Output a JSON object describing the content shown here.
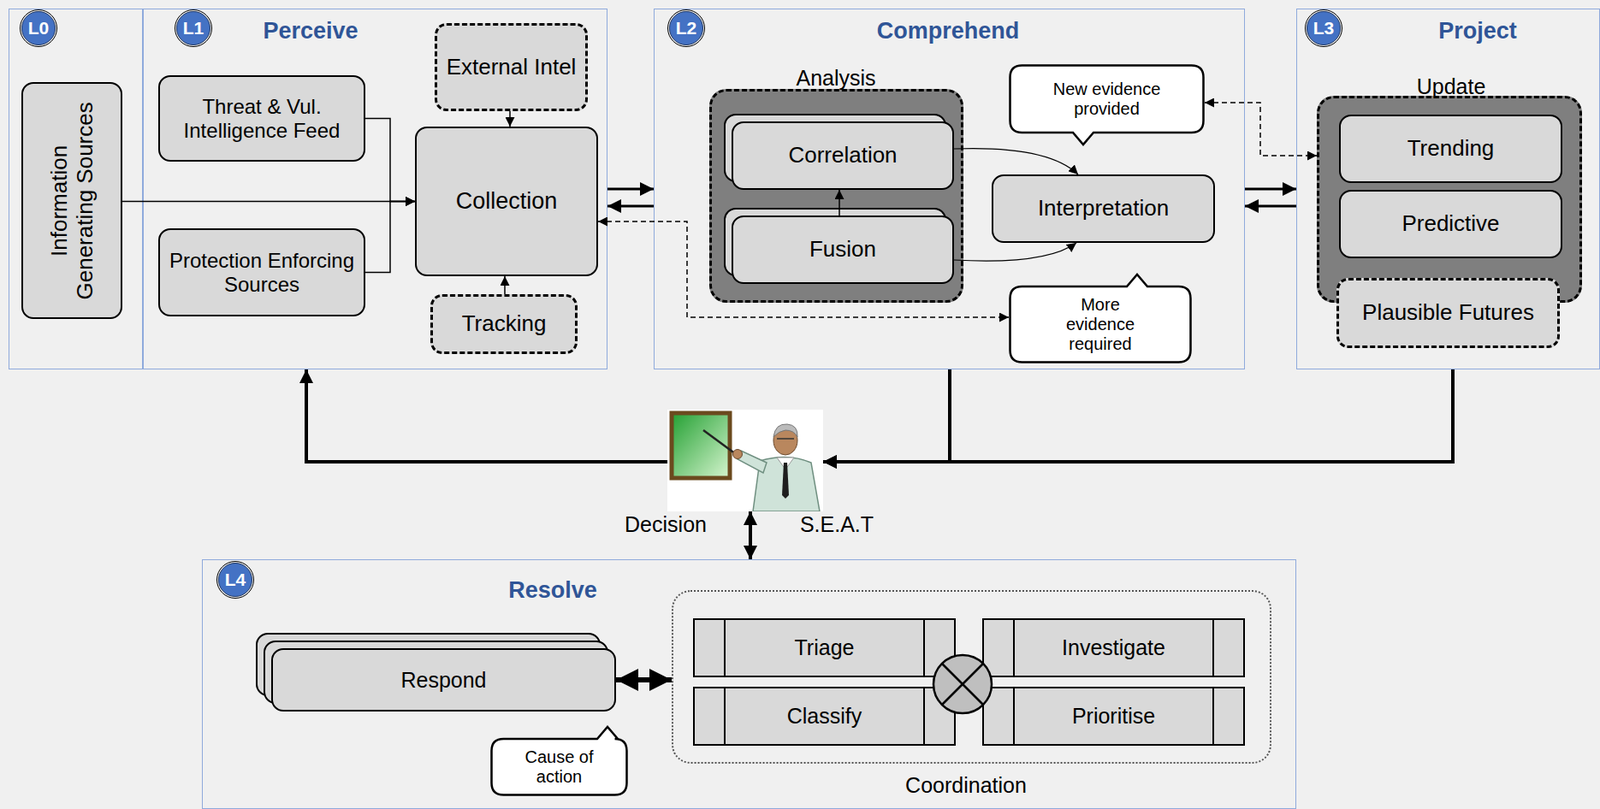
{
  "diagram": {
    "nodes": [
      {
        "text": [
          "L0"
        ]
      },
      {
        "text": [
          "Information Generating Sources"
        ],
        "in": 0
      },
      {
        "text": [
          "L1",
          "Perceive"
        ]
      },
      {
        "text": [
          "Threat & Vul. Intelligence Feed"
        ],
        "in": 2
      },
      {
        "text": [
          "Protection Enforcing Sources"
        ],
        "in": 2
      },
      {
        "text": [
          "External Intel"
        ],
        "in": 2
      },
      {
        "text": [
          "Collection"
        ],
        "in": 2
      },
      {
        "text": [
          "Tracking"
        ],
        "in": 2
      },
      {
        "text": [
          "L2",
          "Comprehend"
        ]
      },
      {
        "text": [
          "Analysis"
        ],
        "in": 8
      },
      {
        "text": [
          "Correlation"
        ],
        "in": 9
      },
      {
        "text": [
          "Fusion"
        ],
        "in": 9
      },
      {
        "text": [
          "New evidence provided"
        ],
        "in": 8
      },
      {
        "text": [
          "Interpretation"
        ],
        "in": 8
      },
      {
        "text": [
          "More evidence required"
        ],
        "in": 8
      },
      {
        "text": [
          "L3",
          "Project"
        ]
      },
      {
        "text": [
          "Update"
        ],
        "in": 15
      },
      {
        "text": [
          "Trending"
        ],
        "in": 16
      },
      {
        "text": [
          "Predictive"
        ],
        "in": 16
      },
      {
        "text": [
          "Plausible Futures"
        ],
        "in": 15
      },
      {
        "text": [
          "S.E.A.T"
        ]
      },
      {
        "text": [
          "L4",
          "Resolve"
        ]
      },
      {
        "text": [
          "Respond"
        ],
        "in": 21
      },
      {
        "text": [
          "Cause of action"
        ],
        "in": 21
      },
      {
        "text": [
          "Coordination"
        ],
        "in": 21
      },
      {
        "text": [
          "Triage"
        ],
        "in": 24
      },
      {
        "text": [
          "Investigate"
        ],
        "in": 24
      },
      {
        "text": [
          "Classify"
        ],
        "in": 24
      },
      {
        "text": [
          "Prioritise"
        ],
        "in": 24
      }
    ],
    "edges": [
      {
        "from": 1,
        "to": 6,
        "arrow": "to"
      },
      {
        "from": 3,
        "to": 6,
        "arrow": "to"
      },
      {
        "from": 4,
        "to": 6,
        "arrow": "to"
      },
      {
        "from": 5,
        "to": 6,
        "arrow": "to"
      },
      {
        "from": 7,
        "to": 6,
        "arrow": "to"
      },
      {
        "from": 2,
        "to": 8,
        "arrow": "to"
      },
      {
        "from": 8,
        "to": 2,
        "arrow": "to"
      },
      {
        "from": 11,
        "to": 10,
        "arrow": "to"
      },
      {
        "from": 10,
        "to": 13,
        "arrow": "to"
      },
      {
        "from": 11,
        "to": 13,
        "arrow": "to"
      },
      {
        "from": 12,
        "to": 16,
        "arrow": "both"
      },
      {
        "from": 6,
        "to": 14,
        "arrow": "both"
      },
      {
        "from": 8,
        "to": 15,
        "arrow": "to"
      },
      {
        "from": 15,
        "to": 8,
        "arrow": "to"
      },
      {
        "from": 8,
        "to": 20,
        "arrow": "to"
      },
      {
        "from": 15,
        "to": 20,
        "arrow": "to"
      },
      {
        "from": 20,
        "to": 2,
        "arrow": "to"
      },
      {
        "from": 20,
        "to": 21,
        "label": "Decision",
        "arrow": "both"
      },
      {
        "from": 22,
        "to": 24,
        "arrow": "both"
      }
    ]
  }
}
